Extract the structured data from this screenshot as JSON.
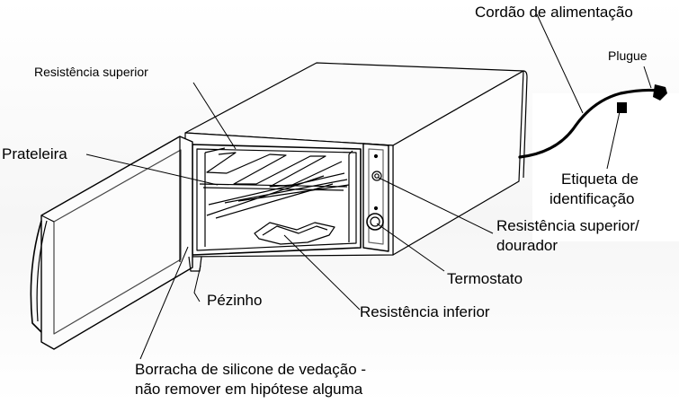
{
  "labels": {
    "power_cord": "Cordão de alimentação",
    "plug": "Plugue",
    "upper_heating_element": "Resistência superior",
    "shelf": "Prateleira",
    "id_label_line1": "Etiqueta de",
    "id_label_line2": "identificação",
    "upper_element_browner_line1": "Resistência superior/",
    "upper_element_browner_line2": "dourador",
    "thermostat": "Termostato",
    "foot": "Pézinho",
    "lower_heating_element": "Resistência inferior",
    "gasket_line1": "Borracha de silicone de vedação -",
    "gasket_line2": "não remover em hipótese alguma"
  }
}
